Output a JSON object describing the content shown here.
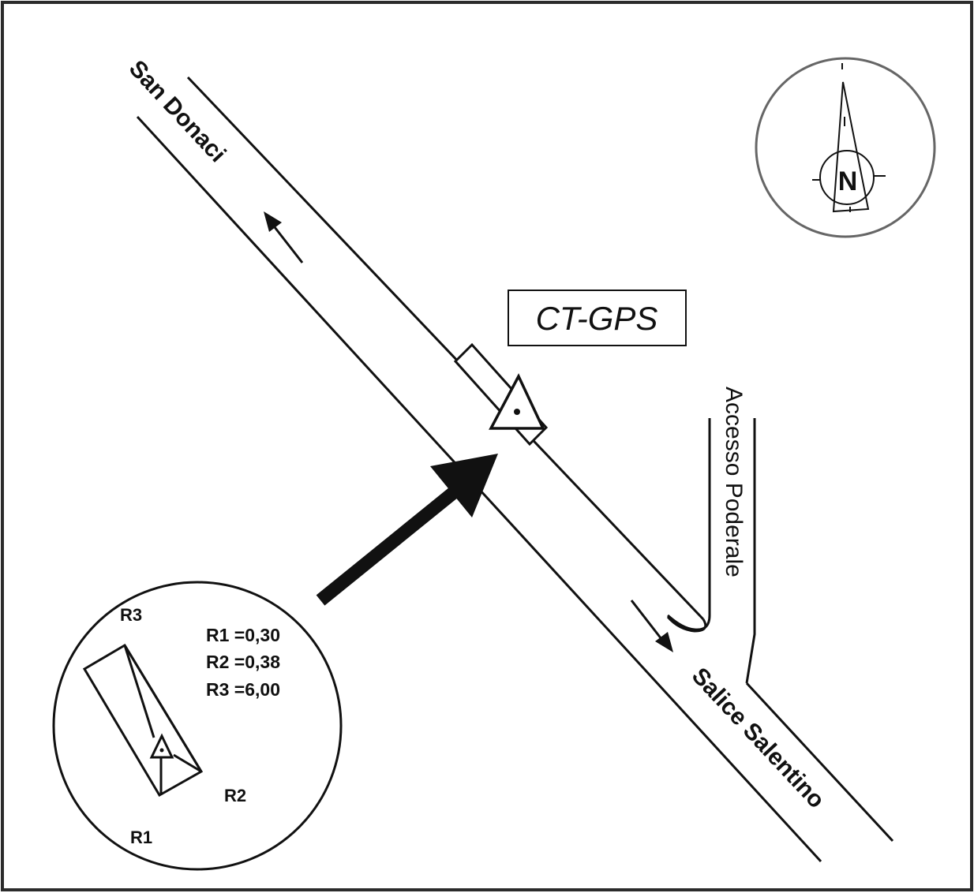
{
  "map": {
    "roads": [
      {
        "name": "San Donaci",
        "direction": "towards north-west"
      },
      {
        "name": "Salice Salentino",
        "direction": "towards south-east"
      },
      {
        "name": "Accesso Poderale",
        "direction": "side access road"
      }
    ],
    "station_label": "CT-GPS",
    "north_label": "N",
    "inset": {
      "labels": {
        "r1": "R1",
        "r2": "R2",
        "r3": "R3"
      },
      "measurements": [
        {
          "label": "R1",
          "value": "0,30",
          "text": "R1 =0,30"
        },
        {
          "label": "R2",
          "value": "0,38",
          "text": "R2 =0,38"
        },
        {
          "label": "R3",
          "value": "6,00",
          "text": "R3 =6,00"
        }
      ]
    },
    "colors": {
      "ink": "#111111",
      "frame": "#2b2b2b",
      "compass_ring": "#666666",
      "background": "#ffffff"
    }
  }
}
